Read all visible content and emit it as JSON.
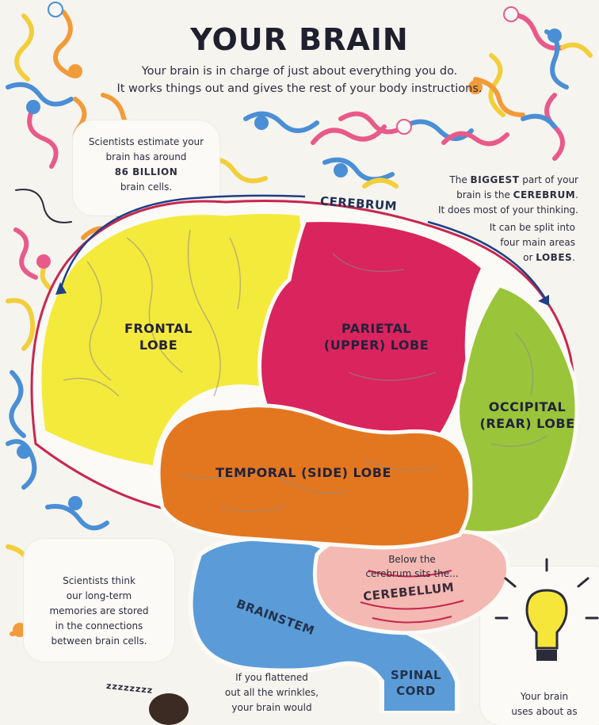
{
  "title": "YOUR BRAIN",
  "intro": [
    "Your brain is in charge of just about everything you do.",
    "It works things out and gives the rest of your body instructions."
  ],
  "note_cells": {
    "line1": "Scientists estimate your",
    "line2": "brain has around",
    "bold": "86 BILLION",
    "line3": "brain cells."
  },
  "note_cerebrum": {
    "part1": "The ",
    "bold1": "BIGGEST",
    "part2": " part of your",
    "line2a": "brain is the ",
    "bold2": "CEREBRUM",
    "line2b": ".",
    "line3": "It does most of your thinking."
  },
  "note_lobes": {
    "line1": "It can be split into",
    "line2": "four main areas",
    "line3a": "or ",
    "bold": "LOBES",
    "line3b": "."
  },
  "labels": {
    "cerebrum": "CEREBRUM",
    "frontal": [
      "FRONTAL",
      "LOBE"
    ],
    "parietal": [
      "PARIETAL",
      "(UPPER) LOBE"
    ],
    "occipital": [
      "OCCIPITAL",
      "(REAR) LOBE"
    ],
    "temporal": "TEMPORAL (SIDE) LOBE",
    "cerebellum_intro": [
      "Below the",
      "cerebrum sits the..."
    ],
    "cerebellum": "CEREBELLUM",
    "brainstem": "BRAINSTEM",
    "spinal": [
      "SPINAL",
      "CORD"
    ]
  },
  "note_memory": [
    "Scientists think",
    "our long-term",
    "memories are stored",
    "in the connections",
    "between brain cells."
  ],
  "note_wrinkles": [
    "If you flattened",
    "out all the wrinkles,",
    "your brain would"
  ],
  "note_energy": [
    "Your brain",
    "uses about as"
  ],
  "sleep_text": "zzzzzzzz",
  "colors": {
    "frontal": "#f4ea3c",
    "parietal": "#d9245e",
    "occipital": "#9ac43a",
    "temporal": "#e3771f",
    "cerebellum": "#f3b9b2",
    "brainstem": "#5b9bd8",
    "outline": "#c8264f"
  }
}
